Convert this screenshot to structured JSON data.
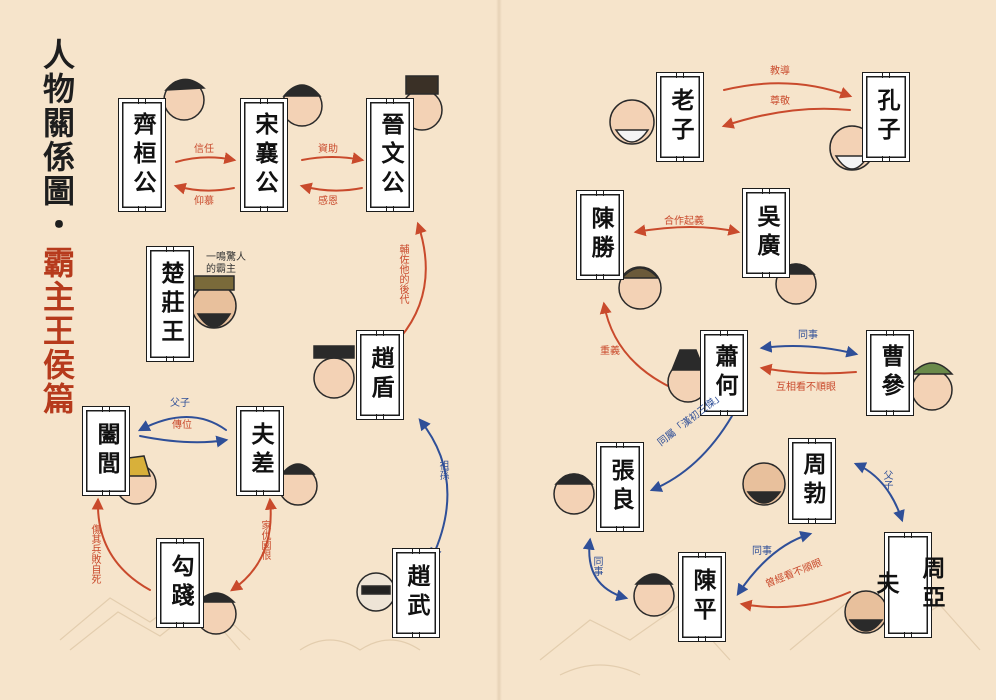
{
  "title": {
    "main": "人物關係圖・",
    "sub": "霸主王侯篇"
  },
  "cards": {
    "qi_huan_gong": "齊桓公",
    "song_xiang_gong": "宋襄公",
    "jin_wen_gong": "晉文公",
    "chu_zhuang_wang": "楚莊王",
    "zhao_dun": "趙盾",
    "he_lu": "闔閭",
    "fu_chai": "夫差",
    "gou_jian": "勾踐",
    "zhao_wu": "趙武",
    "lao_zi": "老子",
    "kong_zi": "孔子",
    "chen_sheng": "陳勝",
    "wu_guang": "吳廣",
    "xiao_he": "蕭何",
    "cao_can": "曹參",
    "zhang_liang": "張良",
    "zhou_bo": "周勃",
    "chen_ping": "陳平",
    "zhou_ya_fu": "周亞夫"
  },
  "labels": {
    "xin_ren": "信任",
    "yang_mu": "仰慕",
    "zi_zhu": "資助",
    "gan_en": "感恩",
    "chu_note": "一鳴驚人的霸主",
    "fu_zuo": "輔佐他的後代",
    "zu_sun": "祖孫",
    "fu_zi_1": "父子",
    "chuan_wei": "傳位",
    "jia_chou": "家仇國恨",
    "zhan_wu": "傷其兵敗自死",
    "jiao_dao": "教導",
    "zun_jing": "尊敬",
    "he_zuo": "合作起義",
    "zhong_yi": "重義",
    "tong_shi_1": "同事",
    "hu_xiang": "互相看不順眼",
    "han_chu": "同屬「漢初三傑」",
    "fu_zi_2": "父子",
    "tong_shi_2": "同事",
    "tong_shi_3": "同事",
    "ceng_jing": "曾經看不順眼"
  },
  "colors": {
    "background": "#f6e4cb",
    "red": "#c94a2c",
    "blue": "#2f4f98",
    "ink": "#1c1c1c"
  },
  "icons": [
    "mountain-decoration-icon",
    "cloud-decoration-icon",
    "character-portrait-icon"
  ]
}
